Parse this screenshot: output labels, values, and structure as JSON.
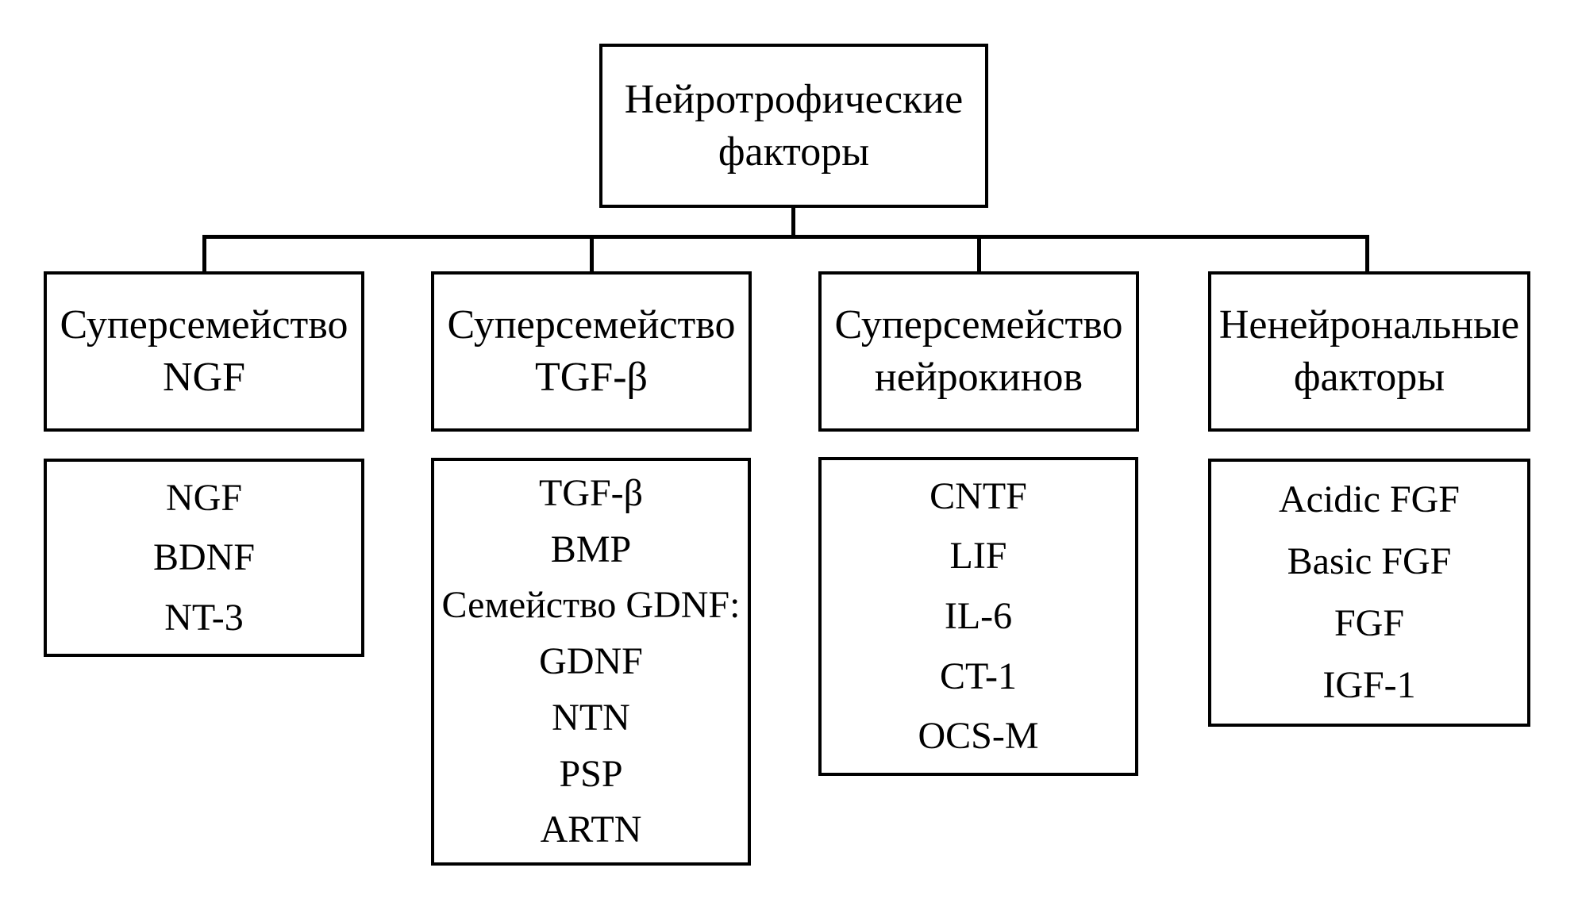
{
  "colors": {
    "background": "#ffffff",
    "line": "#000000",
    "text": "#000000"
  },
  "root": {
    "title": "Нейротрофические факторы",
    "line1": "Нейротрофические",
    "line2": "факторы"
  },
  "branches": [
    {
      "title": "Суперсемейство NGF",
      "title_line1": "Суперсемейство",
      "title_line2": "NGF",
      "items": [
        "NGF",
        "BDNF",
        "NT-3"
      ]
    },
    {
      "title": "Суперсемейство TGF-β",
      "title_line1": "Суперсемейство",
      "title_line2": "TGF-β",
      "items": [
        "TGF-β",
        "BMP",
        "Семейство GDNF:",
        "GDNF",
        "NTN",
        "PSP",
        "ARTN"
      ]
    },
    {
      "title": "Суперсемейство нейрокинов",
      "title_line1": "Суперсемейство",
      "title_line2": "нейрокинов",
      "items": [
        "CNTF",
        "LIF",
        "IL-6",
        "CT-1",
        "OCS-M"
      ]
    },
    {
      "title": "Ненейрональные факторы",
      "title_line1": "Ненейрональные",
      "title_line2": "факторы",
      "items": [
        "Acidic FGF",
        "Basic FGF",
        "FGF",
        "IGF-1"
      ]
    }
  ]
}
